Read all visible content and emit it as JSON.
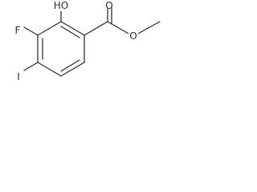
{
  "molecule": {
    "atoms": {
      "hydroxyl": "HO",
      "carbonyl_oxygen": "O",
      "ester_oxygen": "O",
      "fluorine": "F",
      "iodine": "I"
    }
  }
}
